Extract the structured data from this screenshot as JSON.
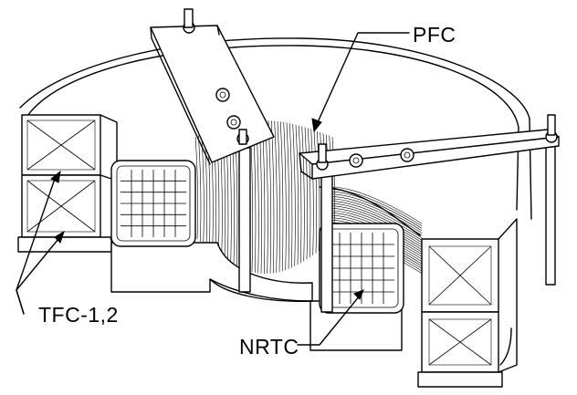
{
  "labels": {
    "pfc": "PFC",
    "tfc": "TFC-1,2",
    "nrtc": "NRTC"
  }
}
